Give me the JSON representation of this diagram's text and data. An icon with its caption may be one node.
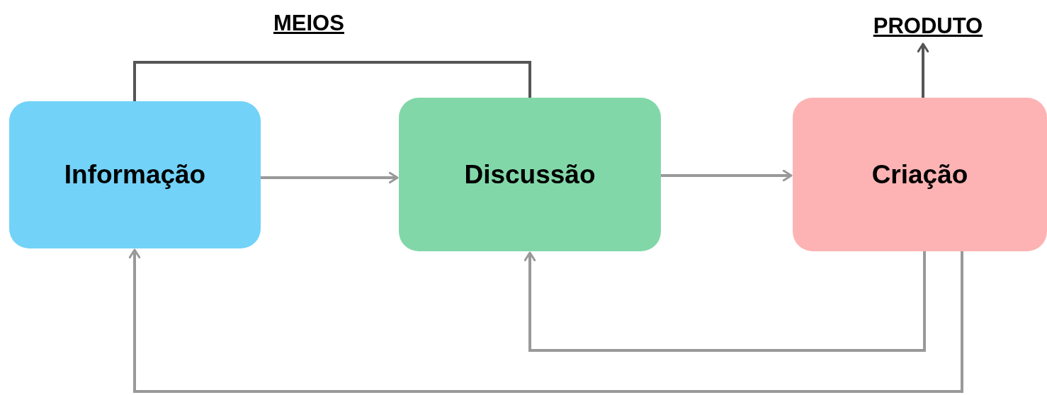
{
  "diagram": {
    "nodes": [
      {
        "text": [
          "Informação"
        ]
      },
      {
        "text": [
          "Discussão"
        ]
      },
      {
        "text": [
          "Criação"
        ]
      },
      {
        "text": [
          "PRODUTO"
        ]
      }
    ],
    "edges": [
      {
        "from": 0,
        "to": 1,
        "arrow": "to"
      },
      {
        "from": 1,
        "to": 2,
        "arrow": "to"
      },
      {
        "from": 0,
        "to": 1,
        "arrow": "none",
        "color": "#555555"
      },
      {
        "from": 2,
        "to": 3,
        "arrow": "to",
        "color": "#555555"
      },
      {
        "from": 2,
        "to": 1,
        "arrow": "to"
      },
      {
        "from": 2,
        "to": 0,
        "arrow": "to"
      }
    ],
    "labels": [
      "MEIOS"
    ]
  }
}
